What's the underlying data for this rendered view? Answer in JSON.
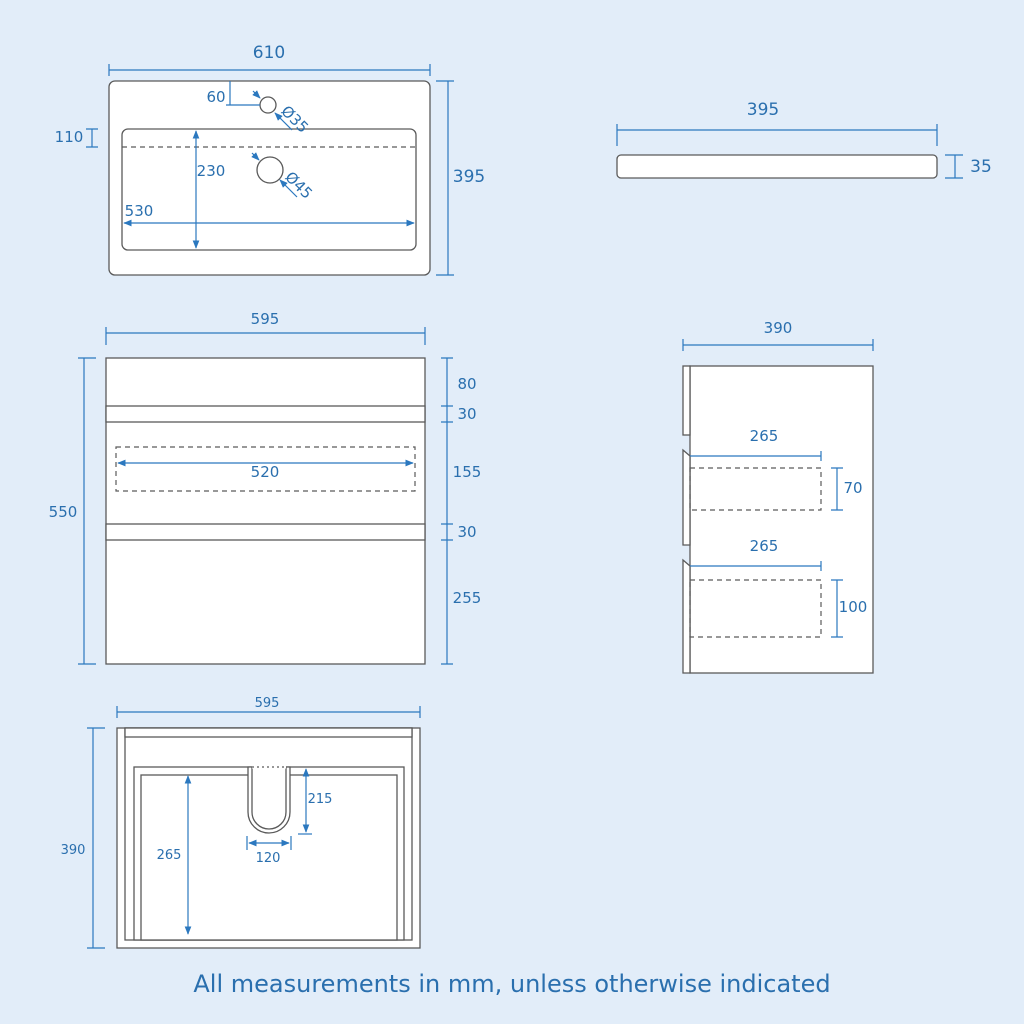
{
  "basin_top_view": {
    "width": "610",
    "depth": "395",
    "tap_offset": "60",
    "rim": "110",
    "bowl_depth": "230",
    "bowl_width": "530",
    "tap_hole": "Ø35",
    "waste_hole": "Ø45"
  },
  "basin_side_view": {
    "length": "395",
    "thickness": "35"
  },
  "cabinet_front_view": {
    "width": "595",
    "height": "550",
    "inner_drawer_width": "520",
    "top_panel": "80",
    "gap_1": "30",
    "drawer_1": "155",
    "gap_2": "30",
    "drawer_2": "255"
  },
  "cabinet_side_view": {
    "depth": "390",
    "drawer_1_depth": "265",
    "drawer_1_height": "70",
    "drawer_2_depth": "265",
    "drawer_2_height": "100"
  },
  "cabinet_top_view": {
    "width": "595",
    "depth": "390",
    "drawer_depth": "265",
    "cutout_depth": "215",
    "cutout_width": "120"
  },
  "caption": "All measurements in mm, unless otherwise indicated"
}
